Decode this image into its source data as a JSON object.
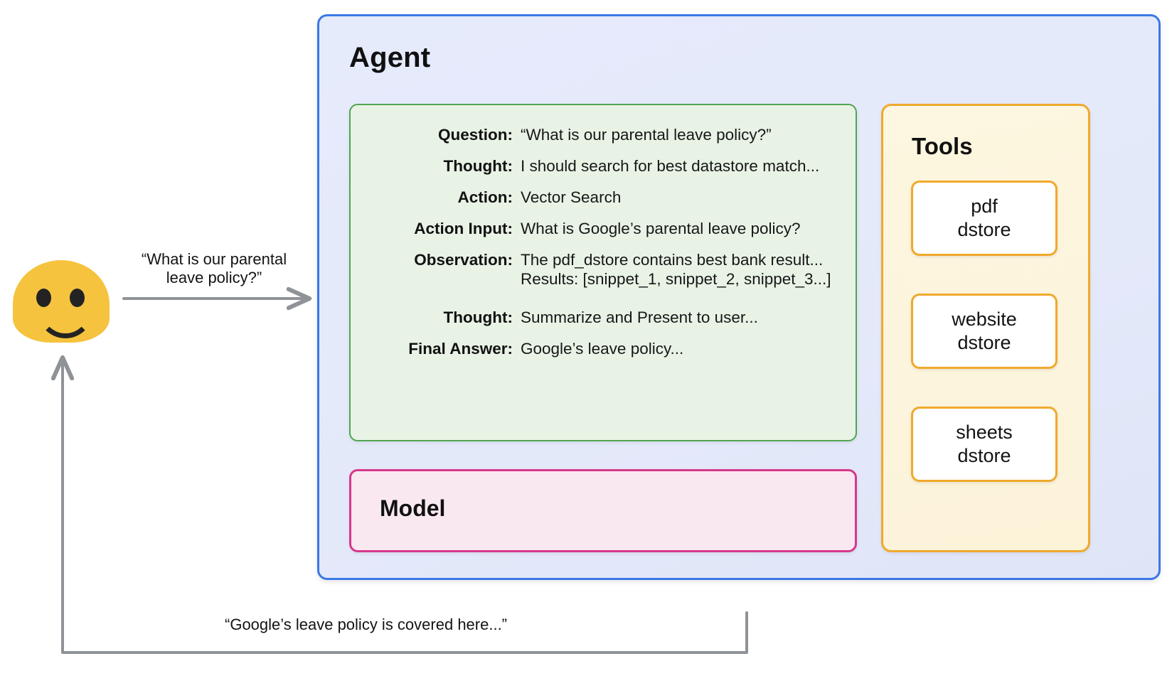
{
  "agent": {
    "title": "Agent",
    "border_color": "#3b78e7",
    "fill_color": "#e5eafb"
  },
  "trace": {
    "border_color": "#50a550",
    "fill_color": "#e8f3e6",
    "rows": [
      {
        "label": "Question:",
        "value": "“What is our parental leave policy?”"
      },
      {
        "label": "Thought:",
        "value": "I should search for best datastore match..."
      },
      {
        "label": "Action:",
        "value": "Vector Search"
      },
      {
        "label": "Action Input:",
        "value": "What is Google’s parental leave policy?"
      },
      {
        "label": "Observation:",
        "value": "The pdf_dstore contains best bank result...\nResults: [snippet_1, snippet_2, snippet_3...]"
      },
      {
        "label": "Thought:",
        "value": "Summarize and Present to user..."
      },
      {
        "label": "Final Answer:",
        "value": "Google’s leave policy..."
      }
    ]
  },
  "model": {
    "title": "Model",
    "border_color": "#d6388b",
    "fill_color": "#fae8f1"
  },
  "tools": {
    "title": "Tools",
    "border_color": "#f0a92c",
    "fill_color": "#fdf6e0",
    "items": [
      {
        "label": "pdf\ndstore"
      },
      {
        "label": "website\ndstore"
      },
      {
        "label": "sheets\ndstore"
      }
    ]
  },
  "user": {
    "avatar_color": "#f5c33e",
    "avatar_name": "smiley-face-avatar"
  },
  "flow": {
    "question_caption": "“What is our parental\nleave policy?”",
    "answer_caption": "“Google’s leave policy is covered here...”",
    "arrow_color": "#8f9398",
    "dotted_color": "#9aa0a6"
  }
}
